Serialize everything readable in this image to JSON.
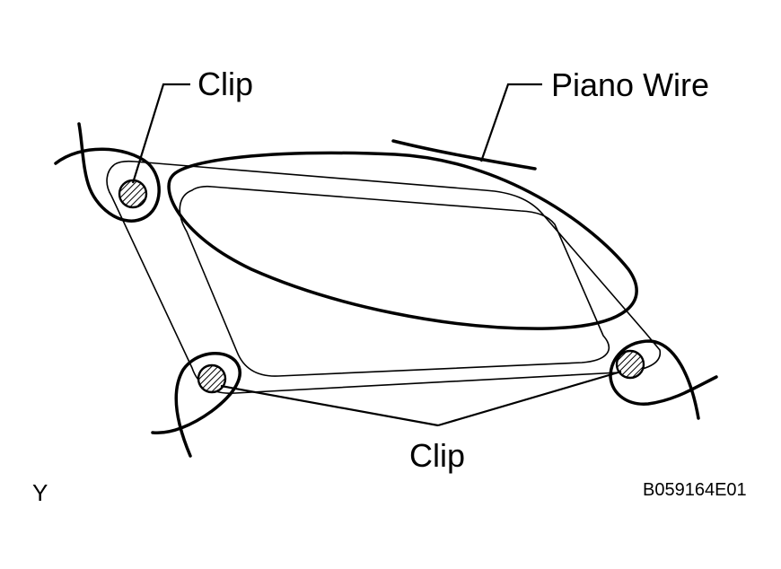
{
  "labels": {
    "clip_top": "Clip",
    "piano_wire": "Piano Wire",
    "clip_bottom": "Clip",
    "view_letter": "Y",
    "figure_code": "B059164E01"
  },
  "colors": {
    "line": "#000000",
    "background": "#ffffff"
  }
}
